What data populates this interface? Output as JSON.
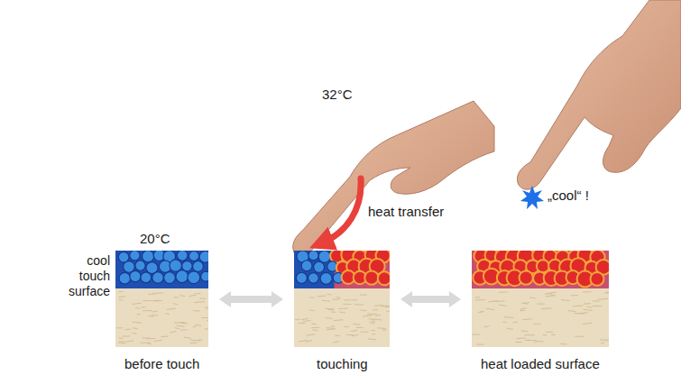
{
  "diagram": {
    "nodes": [
      {
        "text": [
          "20°C",
          "before touch"
        ]
      },
      {
        "text": [
          "touching"
        ]
      },
      {
        "text": [
          "heat loaded surface"
        ]
      }
    ],
    "edges": [
      {
        "from": 0,
        "to": 1,
        "arrow": "both"
      },
      {
        "from": 1,
        "to": 2,
        "arrow": "both"
      }
    ],
    "labels": [
      "32°C",
      "heat transfer",
      "„cool“ !",
      "cool touch surface"
    ]
  }
}
